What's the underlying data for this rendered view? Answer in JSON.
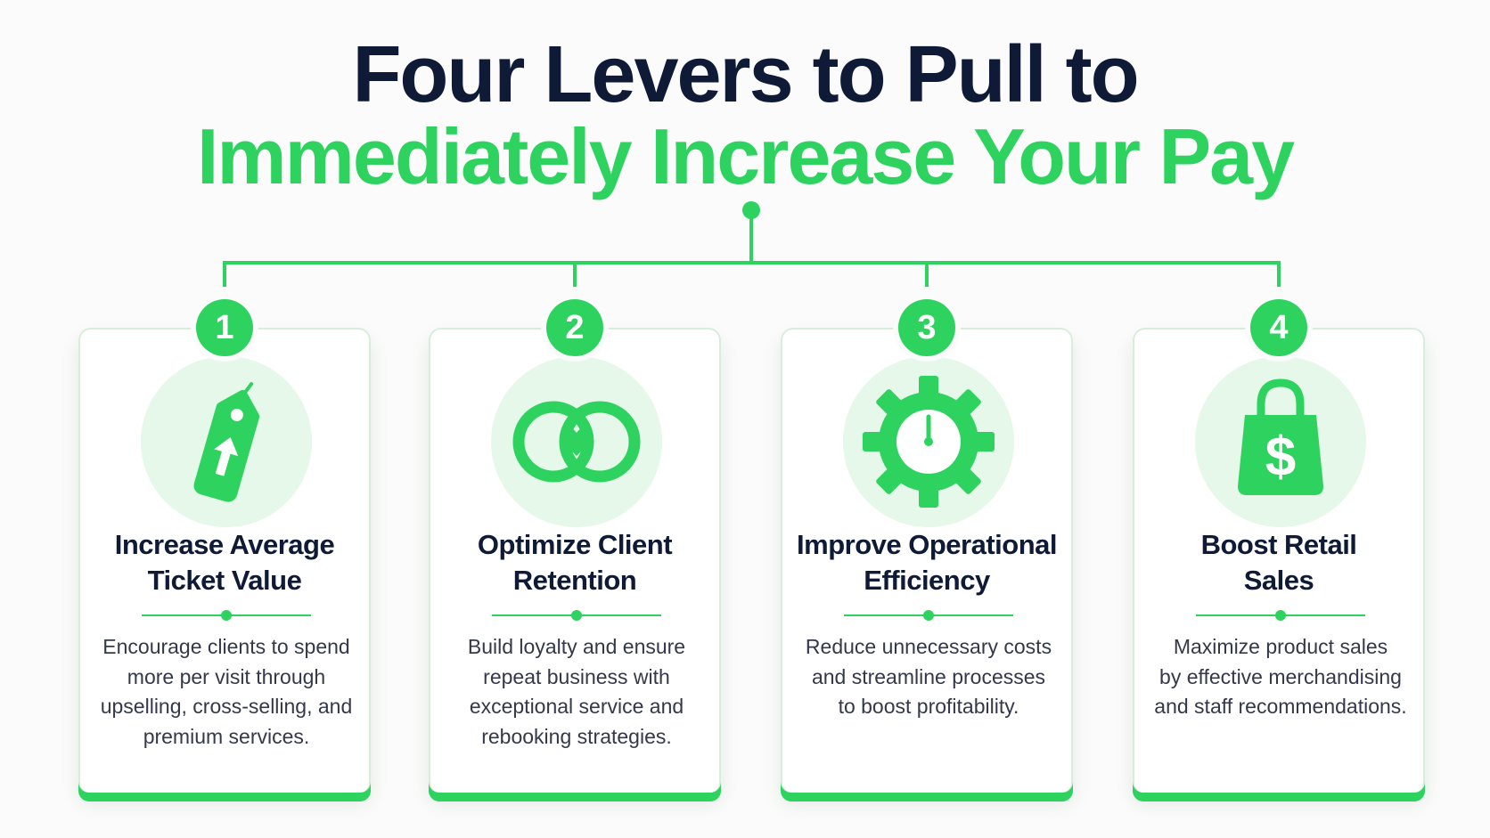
{
  "title": {
    "line1": "Four Levers to Pull to",
    "line2": "Immediately Increase Your Pay"
  },
  "colors": {
    "accent": "#2ed35f",
    "dark": "#0e1a36",
    "icon_bg": "#e6f8ea"
  },
  "levers": [
    {
      "number": "1",
      "icon": "price-tag-up-arrow-icon",
      "title_line1": "Increase Average",
      "title_line2": "Ticket Value",
      "desc_lines": [
        "Encourage clients to spend",
        "more per visit through",
        "upselling, cross-selling, and",
        "premium services."
      ]
    },
    {
      "number": "2",
      "icon": "linked-rings-heart-icon",
      "title_line1": "Optimize Client",
      "title_line2": "Retention",
      "desc_lines": [
        "Build loyalty and ensure",
        "repeat business with",
        "exceptional service and",
        "rebooking strategies."
      ]
    },
    {
      "number": "3",
      "icon": "gear-clock-icon",
      "title_line1": "Improve Operational",
      "title_line2": "Efficiency",
      "desc_lines": [
        "Reduce unnecessary costs",
        "and streamline processes",
        "to boost profitability."
      ]
    },
    {
      "number": "4",
      "icon": "shopping-bag-dollar-icon",
      "title_line1": "Boost Retail",
      "title_line2": "Sales",
      "desc_lines": [
        "Maximize product sales",
        "by effective merchandising",
        "and staff recommendations."
      ]
    }
  ]
}
